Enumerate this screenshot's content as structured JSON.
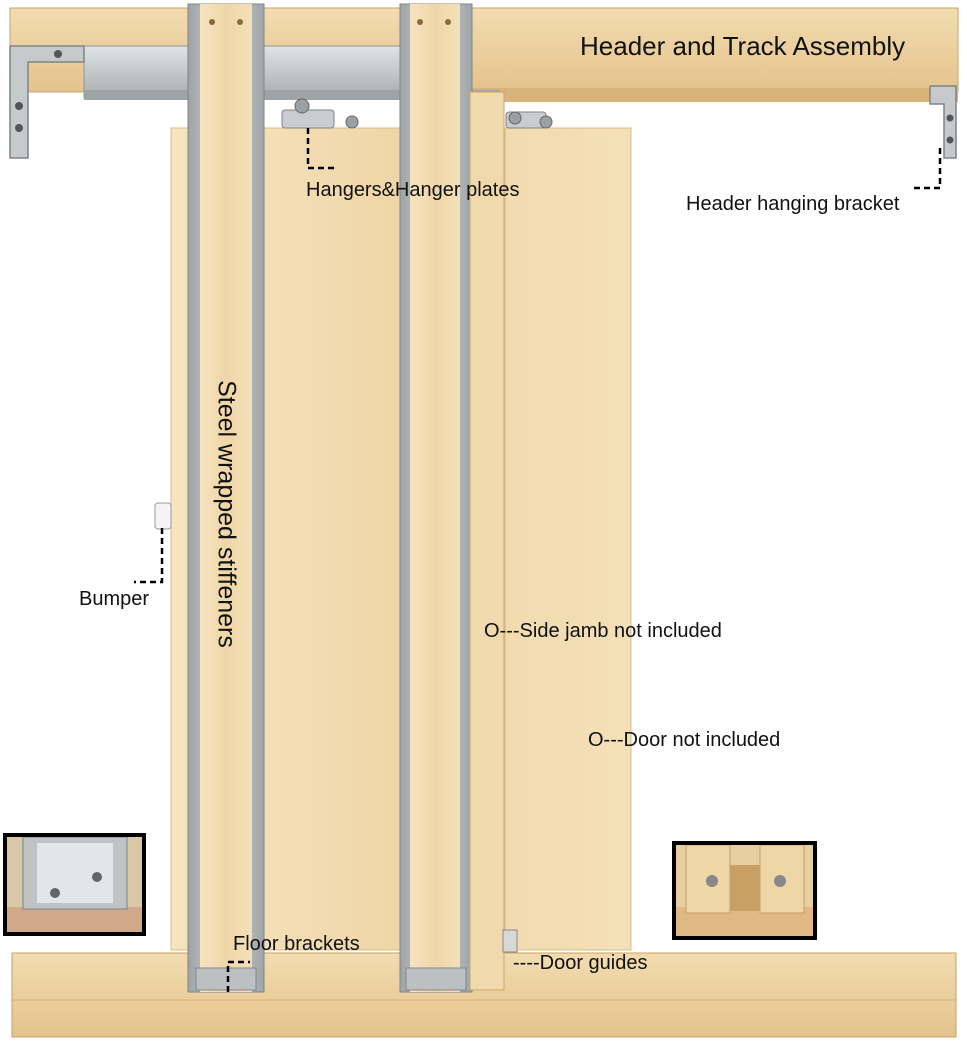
{
  "labels": {
    "header_track": "Header and Track Assembly",
    "hangers": "Hangers&Hanger plates",
    "header_bracket": "Header hanging bracket",
    "stiffeners": "Steel wrapped stiffeners",
    "bumper": "Bumper",
    "side_jamb": "O---Side jamb not included",
    "door": "O---Door not included",
    "floor_brackets": "Floor brackets",
    "door_guides": "----Door guides"
  },
  "colors": {
    "wood_light": "#f3dfb7",
    "wood_mid": "#e9cc98",
    "wood_dark": "#d9b47a",
    "steel": "#b9bdc0",
    "steel_dark": "#8d9296",
    "frame_black": "#000000"
  }
}
